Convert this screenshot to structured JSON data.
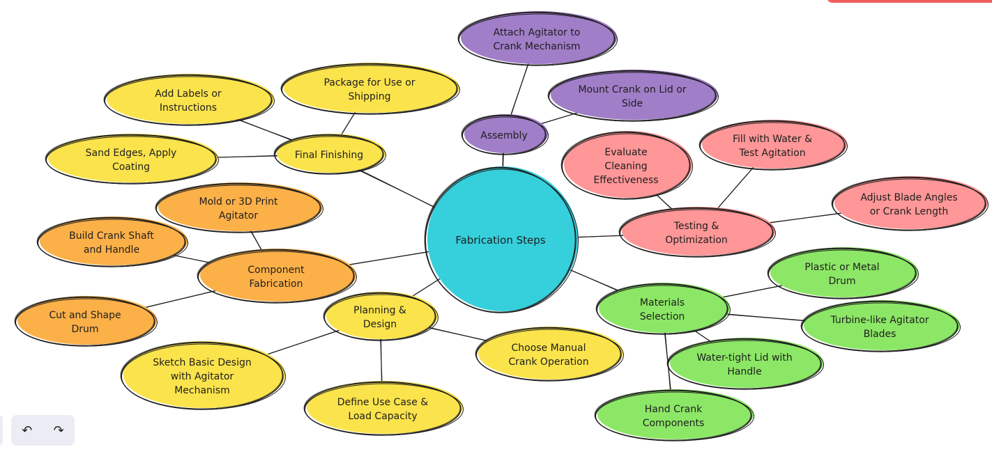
{
  "colors": {
    "stroke": "#1e1e1e",
    "center": "#36cfdc",
    "purple": "#a17ec8",
    "yellow": "#fbe34c",
    "orange": "#fcb048",
    "red": "#ff9697",
    "green": "#8ce766"
  },
  "nodes": {
    "center": "Fabrication Steps",
    "assembly": "Assembly",
    "attach_agitator": "Attach Agitator to Crank Mechanism",
    "mount_crank": "Mount Crank on Lid or Side",
    "final_finishing": "Final Finishing",
    "package": "Package for Use or Shipping",
    "add_labels": "Add Labels or Instructions",
    "sand_edges": "Sand Edges, Apply Coating",
    "component_fabrication": "Component Fabrication",
    "mold_agitator": "Mold or 3D Print Agitator",
    "build_crank": "Build Crank Shaft and Handle",
    "cut_drum": "Cut and Shape Drum",
    "planning": "Planning & Design",
    "sketch_design": "Sketch Basic Design with Agitator Mechanism",
    "define_use": "Define Use Case & Load Capacity",
    "choose_crank": "Choose Manual Crank Operation",
    "testing": "Testing & Optimization",
    "evaluate": "Evaluate Cleaning Effectiveness",
    "fill_water": "Fill with Water & Test Agitation",
    "adjust_blade": "Adjust Blade Angles or Crank Length",
    "materials": "Materials Selection",
    "drum": "Plastic or Metal Drum",
    "turbine": "Turbine-like Agitator Blades",
    "lid": "Water-tight Lid with Handle",
    "hand_crank": "Hand Crank Components"
  },
  "toolbar": {
    "undo_icon": "undo-icon",
    "redo_icon": "redo-icon"
  }
}
